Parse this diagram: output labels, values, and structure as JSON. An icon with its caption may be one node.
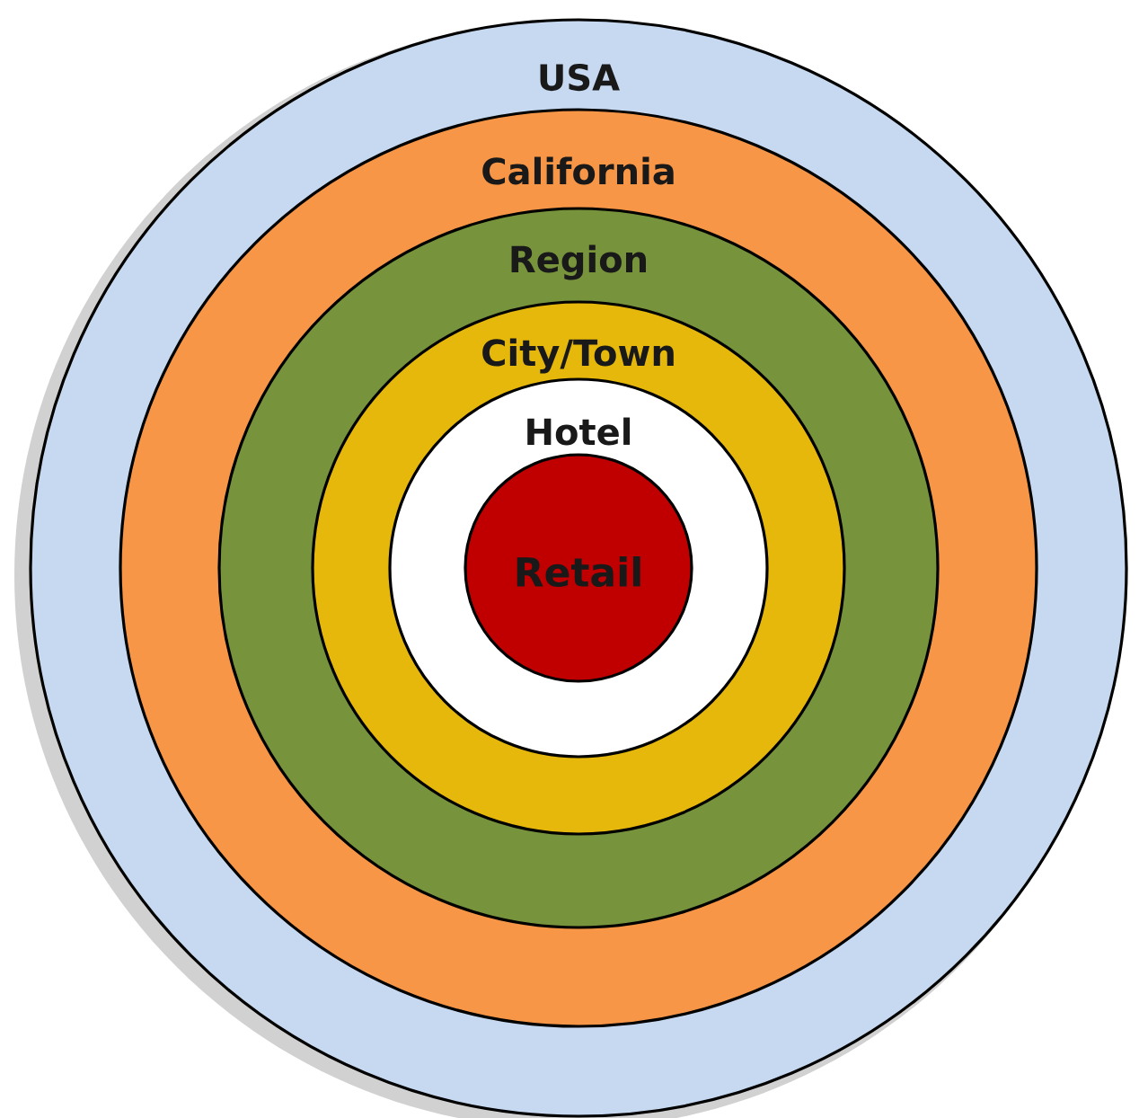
{
  "diagram": {
    "nodes": [
      {
        "text": [
          "USA"
        ]
      },
      {
        "text": [
          "California"
        ],
        "in": 0
      },
      {
        "text": [
          "Region"
        ],
        "in": 1
      },
      {
        "text": [
          "City/Town"
        ],
        "in": 2
      },
      {
        "text": [
          "Hotel"
        ],
        "in": 3
      },
      {
        "text": [
          "Retail"
        ],
        "in": 4
      }
    ]
  }
}
